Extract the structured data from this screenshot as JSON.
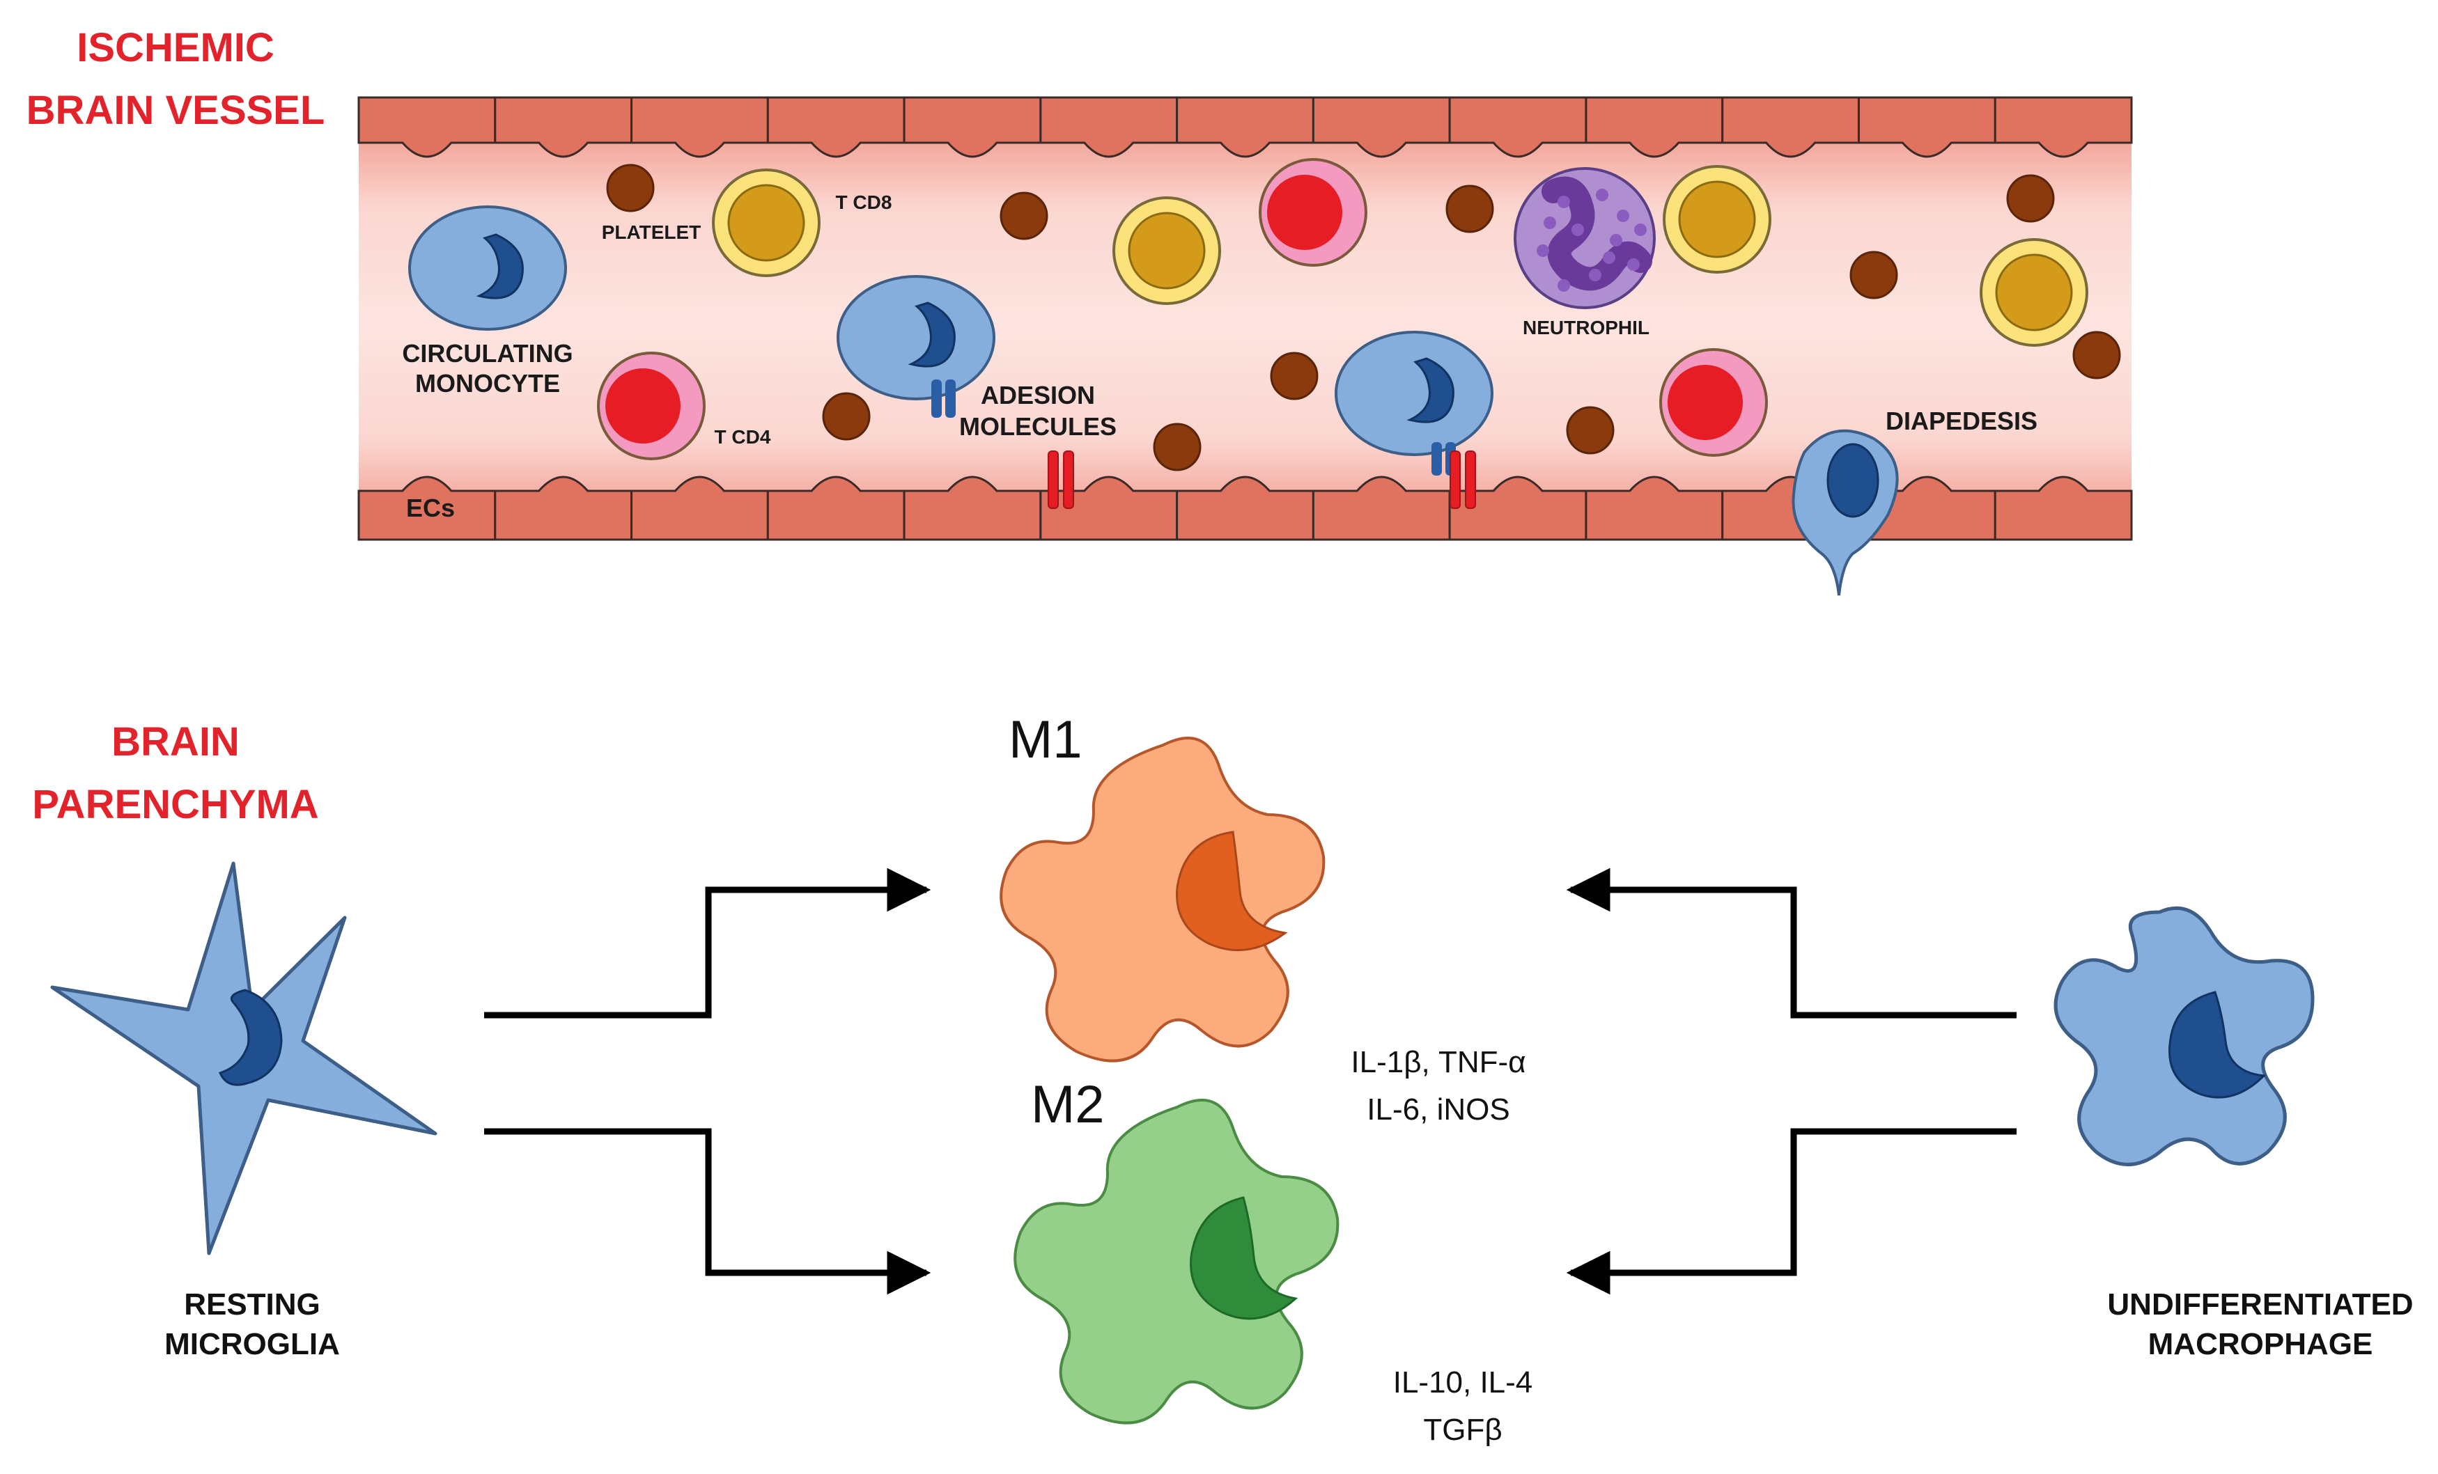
{
  "titles": {
    "vessel_line1": "ISCHEMIC",
    "vessel_line2": "BRAIN VESSEL",
    "parenchyma_line1": "BRAIN",
    "parenchyma_line2": "PARENCHYMA"
  },
  "vessel_labels": {
    "platelet": "PLATELET",
    "t_cd8": "T CD8",
    "circulating_1": "CIRCULATING",
    "circulating_2": "MONOCYTE",
    "t_cd4": "T CD4",
    "adhesion_1": "ADESION",
    "adhesion_2": "MOLECULES",
    "neutrophil": "NEUTROPHIL",
    "diapedesis": "DIAPEDESIS",
    "ecs": "ECs"
  },
  "parenchyma_labels": {
    "m1": "M1",
    "m2": "M2",
    "m1_cytokines_1": "IL-1β, TNF-α",
    "m1_cytokines_2": "IL-6, iNOS",
    "m2_cytokines_1": "IL-10, IL-4",
    "m2_cytokines_2": "TGFβ",
    "resting_1": "RESTING",
    "resting_2": "MICROGLIA",
    "undiff_1": "UNDIFFERENTIATED",
    "undiff_2": "MACROPHAGE"
  },
  "colors": {
    "title_red": "#e3232b",
    "endothelial": "#e0735f",
    "lumen": "#fad2cc",
    "monocyte": "#85aedd",
    "nucleus": "#1f4f8f",
    "t_cd8_outer": "#fbe27a",
    "t_cd8_inner": "#d49a1a",
    "t_cd4_outer": "#f49ac0",
    "t_cd4_inner": "#e61d25",
    "platelet": "#8b3a0e",
    "neutrophil": "#b08fd1",
    "m1_fill": "#fbab7c",
    "m1_nucleus": "#e2601f",
    "m2_fill": "#95d08b",
    "m2_nucleus": "#2e8c3a",
    "microglia": "#85aedd"
  }
}
